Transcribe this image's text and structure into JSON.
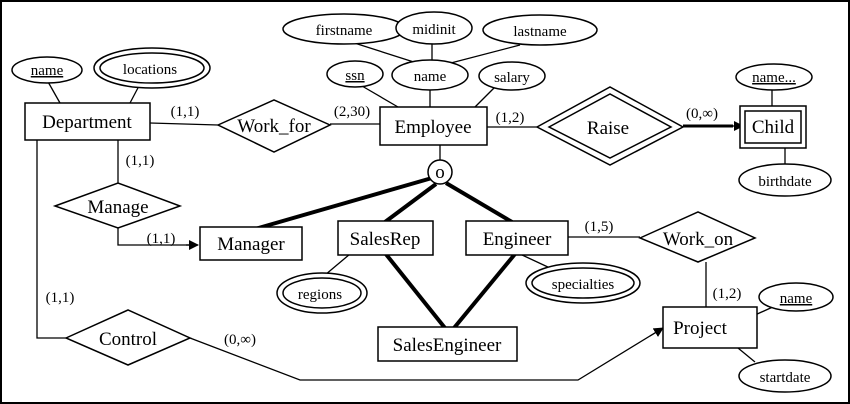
{
  "diagram": {
    "entities": {
      "department": "Department",
      "employee": "Employee",
      "child": "Child",
      "manager": "Manager",
      "salesrep": "SalesRep",
      "engineer": "Engineer",
      "salesengineer": "SalesEngineer",
      "project": "Project"
    },
    "relationships": {
      "work_for": "Work_for",
      "raise": "Raise",
      "manage": "Manage",
      "control": "Control",
      "work_on": "Work_on"
    },
    "attributes": {
      "dept_name": "name",
      "locations": "locations",
      "firstname": "firstname",
      "midinit": "midinit",
      "lastname": "lastname",
      "name": "name",
      "ssn": "ssn",
      "salary": "salary",
      "child_name": "name...",
      "birthdate": "birthdate",
      "regions": "regions",
      "specialties": "specialties",
      "project_name": "name",
      "startdate": "startdate"
    },
    "specialization": "o",
    "cardinalities": {
      "dept_workfor": "(1,1)",
      "employee_workfor": "(2,30)",
      "employee_raise": "(1,2)",
      "child_raise": "(0,∞)",
      "dept_manage": "(1,1)",
      "manager_manage": "(1,1)",
      "dept_control": "(1,1)",
      "project_control": "(0,∞)",
      "engineer_workon": "(1,5)",
      "project_workon": "(1,2)"
    }
  }
}
